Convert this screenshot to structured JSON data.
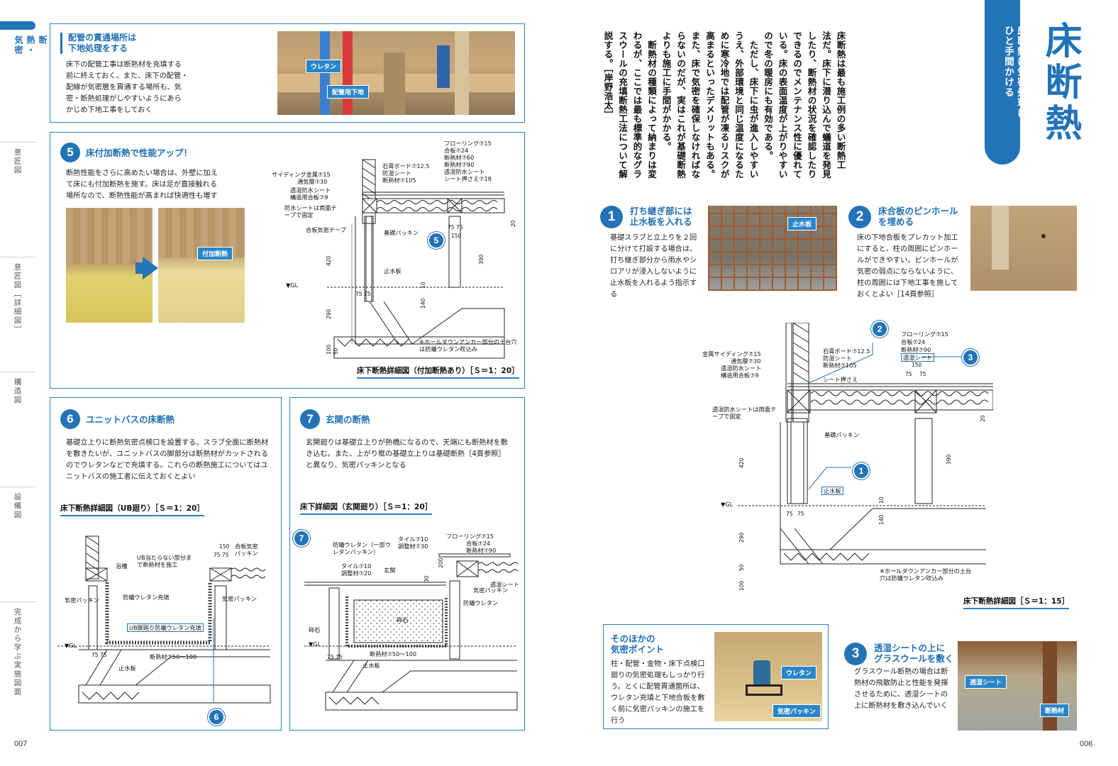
{
  "sidebar": {
    "active": "断熱・気密",
    "items": [
      "意匠図",
      "意匠図［詳細図］",
      "構造図",
      "設備図",
      "完成から学ぶ実施図面"
    ]
  },
  "pages": {
    "left": "007",
    "right": "006"
  },
  "box_pipe": {
    "title_line1": "配管の貫通場所は",
    "title_line2": "下地処理をする",
    "lines": [
      "床下の配管工事は断熱材を充填する",
      "前に終えておく。また、床下の配管・",
      "配線が気密層を貫通する場所も、気",
      "密・断熱処理がしやすいようにあら",
      "かじめ下地工事をしておく"
    ],
    "tag_urethane": "ウレタン",
    "tag_base": "配管用下地"
  },
  "box5": {
    "num": "5",
    "title": "床付加断熱で性能アップ！",
    "lines": [
      "断熱性能をさらに高めたい場合は、外壁に加え",
      "て床にも付加断熱を施す。床は足が直接触れる",
      "場所なので、断熱性能が高まれば快適性も増す"
    ],
    "tag_added": "付加断熱",
    "caption": "床下断熱詳細図（付加断熱あり）［Ｓ＝1：20］",
    "labels_right": [
      "フローリング⑦15",
      "合板⑦24",
      "断熱材⑦60",
      "断熱材⑦90",
      "透湿防水シート",
      "シート押さえ⑦18"
    ],
    "labels_mid": [
      "石膏ボード⑦12.5",
      "防湿シート",
      "断熱材⑦105"
    ],
    "labels_left": [
      "サイディング金属⑦15",
      "通気層⑦30",
      "透湿防水シート",
      "構造用合板⑦9"
    ],
    "label_tape": "防水シートは両面テープで固定",
    "label_gas": "合板気密テープ",
    "label_packing": "基礎パッキン",
    "label_stop": "止水板",
    "label_gl": "▼GL",
    "note": "※ホールダウンアンカー部分の土台穴は防蟻ウレタン吹込み",
    "dims": [
      "420",
      "290",
      "100",
      "50",
      "75",
      "75",
      "150",
      "390",
      "140",
      "10",
      "75",
      "75",
      "20"
    ]
  },
  "box6": {
    "num": "6",
    "title": "ユニットバスの床断熱",
    "lines": [
      "基礎立上りに断熱気密点検口を設置する。スラブ全面に断熱材",
      "を敷きたいが、ユニットバスの脚部分は断熱材がカットされる",
      "のでウレタンなどで充填する。これらの断熱施工についてはユ",
      "ニットバスの施工者に伝えておくとよい"
    ],
    "subtitle": "床下断熱詳細図（UB廻り）［Ｓ＝1：20］",
    "labels": [
      "UB当たらない部分まで断熱材を施工",
      "浴槽",
      "防蟻ウレタン充填",
      "気密パッキン",
      "気密パッキン",
      "UB脚廻り防蟻ウレタン充填",
      "▼GL",
      "断熱材⑦50〜100",
      "止水板",
      "合板気密パッキン"
    ],
    "dims": [
      "150",
      "75",
      "75",
      "75",
      "75"
    ]
  },
  "box7": {
    "num": "7",
    "title": "玄関の断熱",
    "lines": [
      "玄関廻りは基礎立上りが熱橋になるので、天端にも断熱材を敷",
      "き込む。また、上がり框の基礎立上りは基礎断熱［4頁参照］",
      "と異なり、気密パッキンとなる"
    ],
    "subtitle": "床下詳細図（玄関廻り）［Ｓ＝1：20］",
    "labels": [
      "防蟻ウレタン（一部ウレタンパッキン）",
      "タイル⑦10",
      "調整材⑦30",
      "フローリング⑦15",
      "合板⑦24",
      "断熱材⑦90",
      "タイル⑦10",
      "調整材⑦20",
      "玄関",
      "透湿シート",
      "気密パッキン",
      "防蟻ウレタン",
      "砕石",
      "砕石",
      "▼GL",
      "断熱材⑦50〜100",
      "止水板"
    ],
    "dims": [
      "30",
      "200",
      "75",
      "75"
    ]
  },
  "title": {
    "main": "床断熱",
    "sub_line1": "床断熱は気密処理に",
    "sub_line2": "ひと手間かける"
  },
  "article": {
    "columns": [
      "床断熱は最も施工例の多い断熱工",
      "法だ。床下に潜り込んで蟻道を発見",
      "したり、断熱材の状況を確認したり",
      "できるのでメンテナンス性に優れて",
      "いる。床の表面温度が上がりやすい",
      "ので冬の暖房にも有効である。",
      "　ただし、床下に虫が進入しやすい",
      "うえ、外部環境と同じ温度になるた",
      "めに寒冷地では配管が凍るリスクが",
      "高まるといったデメリットもある。",
      "また、床で気密を確保しなければな",
      "らないのだが、実はこれが基礎断熱",
      "よりも施工に手間がかかる。",
      "　断熱材の種類によって納まりは変",
      "わるが、ここでは最も標準的なグラ",
      "スウールの充填断熱工法について解",
      "説する。［岸野浩太］"
    ]
  },
  "p1": {
    "num": "1",
    "title_line1": "打ち継ぎ部には",
    "title_line2": "止水板を入れる",
    "lines": [
      "基礎スラブと立上りを２回",
      "に分けて打設する場合は、",
      "打ち継ぎ部分から雨水やシ",
      "ロアリが浸入しないように",
      "止水板を入れるよう指示す",
      "る"
    ],
    "tag": "止水板"
  },
  "p2": {
    "num": "2",
    "title_line1": "床合板のピンホール",
    "title_line2": "を埋める",
    "lines": [
      "床の下地合板をプレカット加工",
      "にすると、柱の周囲にピンホー",
      "ルができやすい。ピンホールが",
      "気密の弱点にならないように、",
      "柱の周囲には下地工事を施して",
      "おくとよい［14頁参照］"
    ]
  },
  "right_drawing": {
    "caption": "床下断熱詳細図［Ｓ＝1：15］",
    "labels_right": [
      "フローリング⑦15",
      "合板⑦24",
      "断熱材⑦90",
      "透湿シート"
    ],
    "labels_mid": [
      "石膏ボード⑦12.5",
      "防湿シート",
      "断熱材⑦105"
    ],
    "labels_left": [
      "金属サイディング⑦15",
      "通気層⑦30",
      "透湿防水シート",
      "構造用合板⑦9"
    ],
    "label_sheet_press": "シート押さえ",
    "label_tape": "透湿防水シートは両面テープで固定",
    "label_packing": "基礎パッキン",
    "label_stop": "止水板",
    "label_gl": "▼GL",
    "note": "※ホールダウンアンカー部分の土台穴は防蟻ウレタン吹込み",
    "dims": [
      "150",
      "75",
      "75",
      "20",
      "420",
      "390",
      "290",
      "140",
      "10",
      "100",
      "50",
      "75",
      "75"
    ],
    "markers": [
      "2",
      "3",
      "1"
    ]
  },
  "box_other": {
    "title_line1": "そのほかの",
    "title_line2": "気密ポイント",
    "lines": [
      "柱・配管・金物・床下点検口",
      "廻りの気密処理もしっかり行",
      "う。とくに配管貫通箇所は、",
      "ウレタン充填と下地合板を敷",
      "く前に気密パッキンの施工を",
      "行う"
    ],
    "tag_urethane": "ウレタン",
    "tag_packing": "気密パッキン"
  },
  "p3": {
    "num": "3",
    "title_line1": "透湿シートの上に",
    "title_line2": "グラスウールを敷く",
    "lines": [
      "グラスウール断熱の場合は断",
      "熱材の飛散防止と性能を発揮",
      "させるために、透湿シートの",
      "上に断熱材を敷き込んでいく"
    ],
    "tag_sheet": "透湿シート",
    "tag_insul": "断熱材"
  },
  "colors": {
    "accent": "#2373b7",
    "border": "#2d7fc1",
    "tag": "#2a86c8"
  }
}
